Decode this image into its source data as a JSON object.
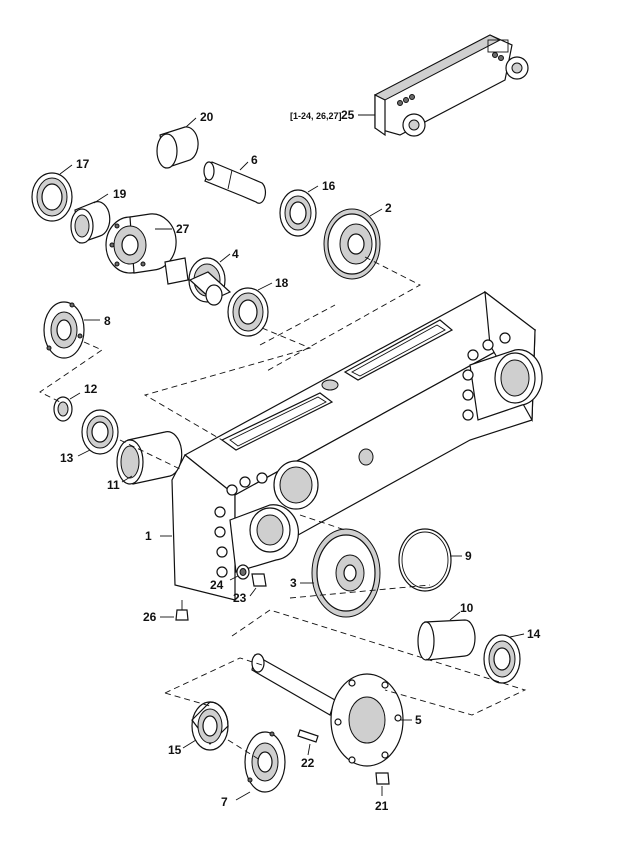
{
  "labels": {
    "p1": "1",
    "p2": "2",
    "p3": "3",
    "p4": "4",
    "p5": "5",
    "p6": "6",
    "p7": "7",
    "p8": "8",
    "p9": "9",
    "p10": "10",
    "p11": "11",
    "p12": "12",
    "p13": "13",
    "p14": "14",
    "p15": "15",
    "p16": "16",
    "p17": "17",
    "p18": "18",
    "p19": "19",
    "p20": "20",
    "p21": "21",
    "p22": "22",
    "p23": "23",
    "p24": "24",
    "p25": "25",
    "p26": "26",
    "p27": "27",
    "assembly_ref": "[1-24, 26,27]"
  }
}
